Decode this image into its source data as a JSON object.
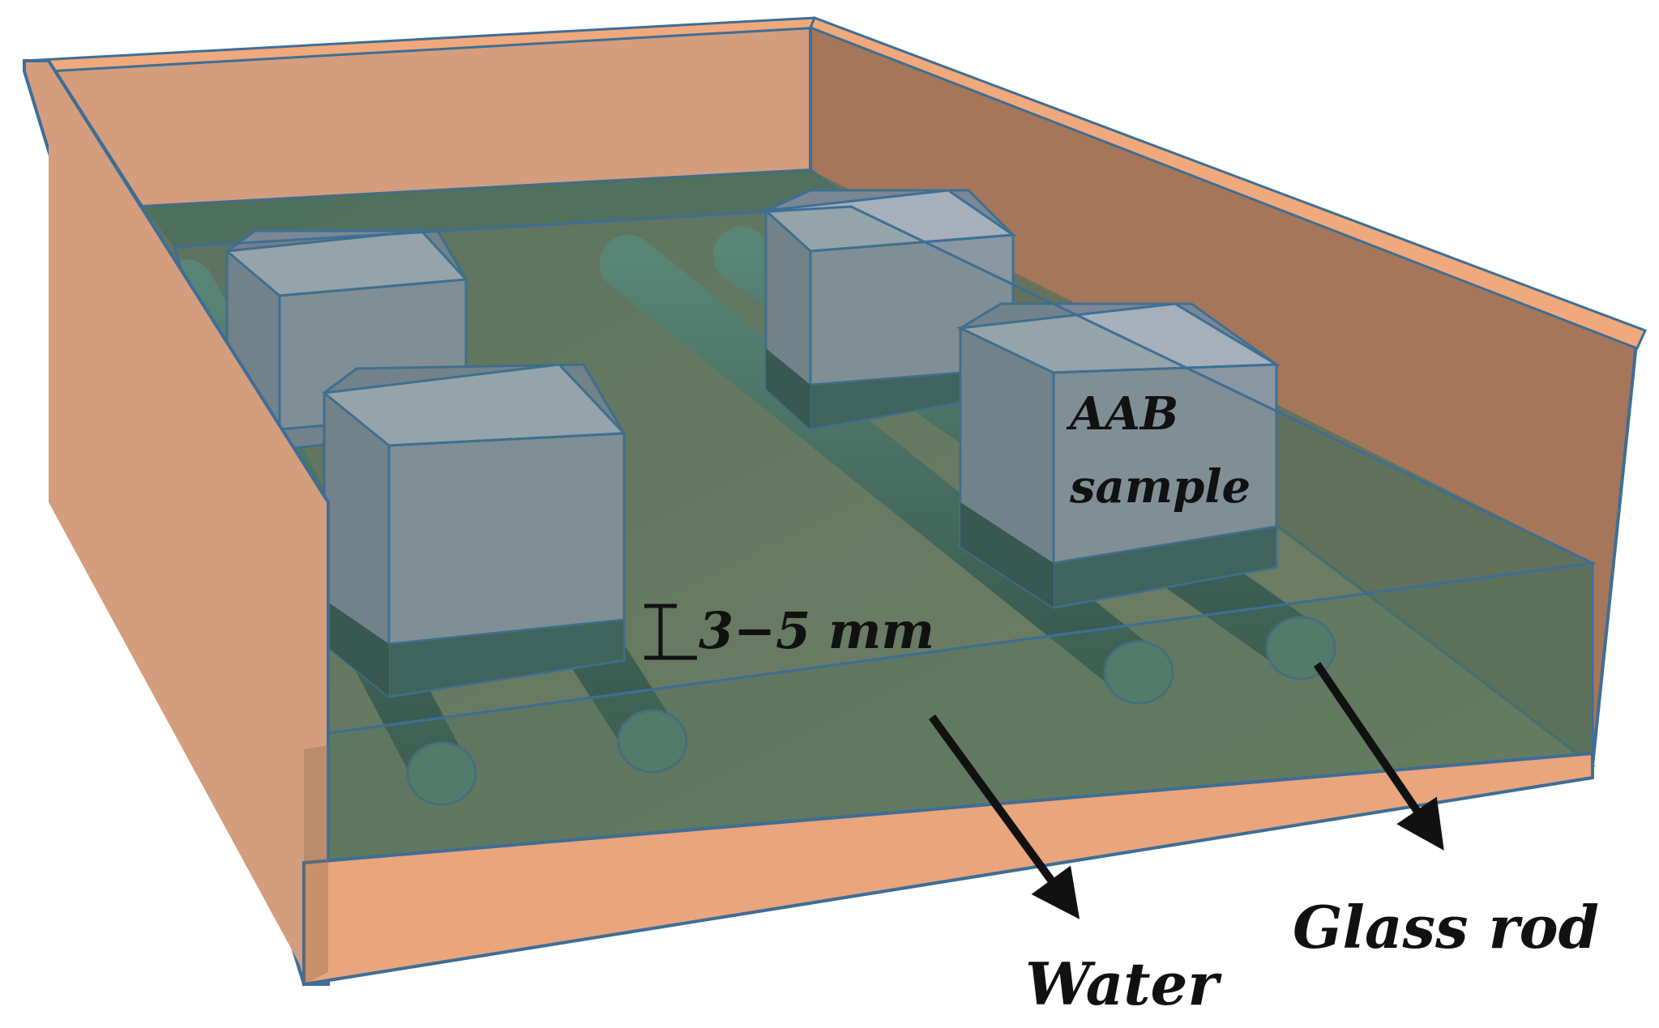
{
  "labels": {
    "sample": "AAB",
    "sample_line2": "sample",
    "gap": "3−5 mm",
    "water": "Water",
    "rod": "Glass rod"
  },
  "colors": {
    "box_back": "#d49d7d",
    "box_right": "#a57659",
    "box_rim": "#f0a97c",
    "box_front_strip": "#e9a57c",
    "box_edge": "#3e6e96",
    "water": "#4d705e",
    "water_floor": "#6f7d62",
    "rod": "#496f63",
    "rod_end": "#5a8374",
    "cube_front": "#8a96a2",
    "cube_top": "#a5b0bb",
    "cube_side": "#7b8794",
    "cube_submerged": "#3e615d",
    "cube_edge": "#3c7096",
    "arrow": "#111111"
  }
}
